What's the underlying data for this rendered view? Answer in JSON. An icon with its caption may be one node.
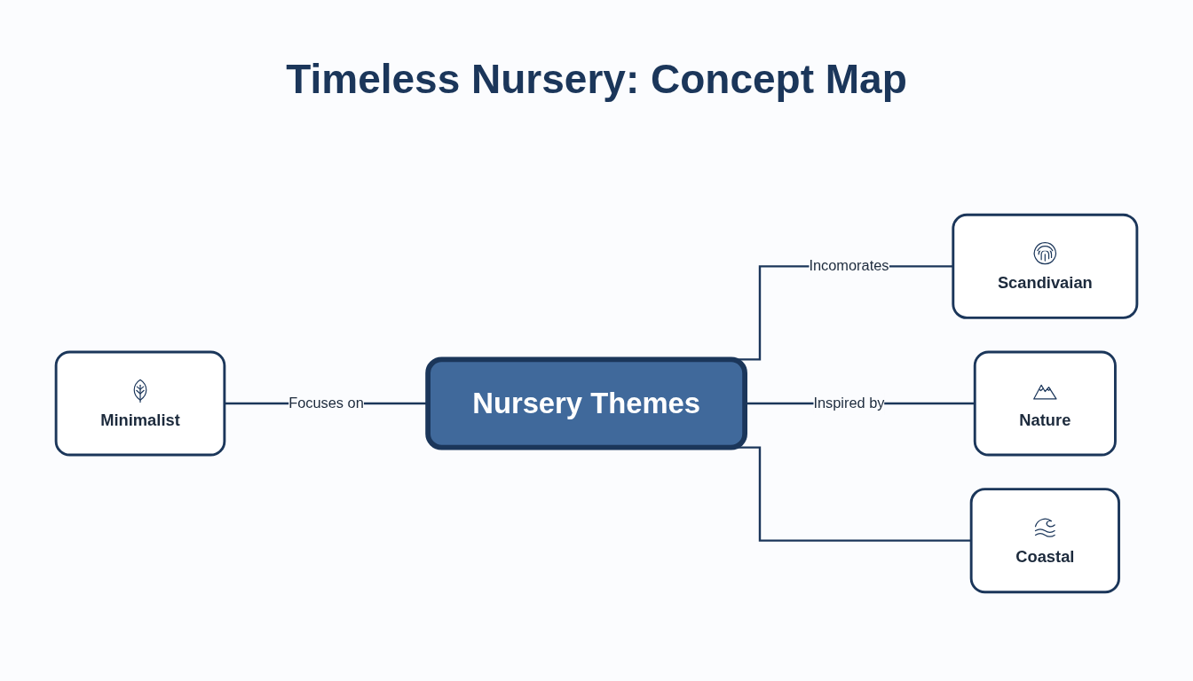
{
  "diagram": {
    "title": "Timeless Nursery: Concept Map",
    "nodes": [
      {
        "text": [
          "Minimalist"
        ]
      },
      {
        "text": [
          "Nursery Themes"
        ]
      },
      {
        "text": [
          "Scandivaian"
        ]
      },
      {
        "text": [
          "Nature"
        ]
      },
      {
        "text": [
          "Coastal"
        ]
      }
    ],
    "edges": [
      {
        "from": 0,
        "to": 1,
        "arrow": "none",
        "label": "Focuses on"
      },
      {
        "from": 1,
        "to": 2,
        "arrow": "none",
        "label": "Incomorates"
      },
      {
        "from": 1,
        "to": 3,
        "arrow": "none",
        "label": "Inspired by"
      },
      {
        "from": 1,
        "to": 4,
        "arrow": "none"
      }
    ]
  }
}
